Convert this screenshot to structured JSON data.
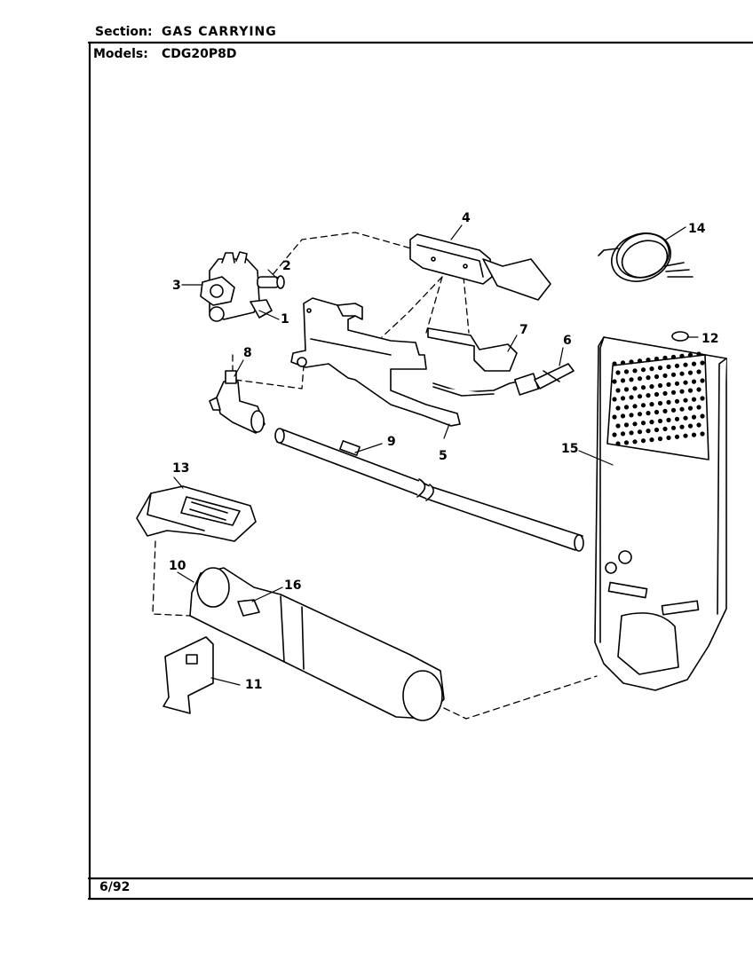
{
  "header": {
    "section_label": "Section:",
    "section_value": "GAS CARRYING",
    "models_label": "Models:",
    "models_value": "CDG20P8D"
  },
  "footer": {
    "date": "6/92"
  },
  "callouts": {
    "c1": "1",
    "c2": "2",
    "c3": "3",
    "c4": "4",
    "c5": "5",
    "c6": "6",
    "c7": "7",
    "c8": "8",
    "c9": "9",
    "c10": "10",
    "c11": "11",
    "c12": "12",
    "c13": "13",
    "c14": "14",
    "c15": "15",
    "c16": "16"
  }
}
